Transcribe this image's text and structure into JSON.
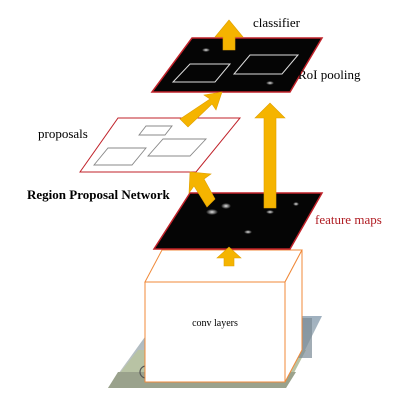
{
  "labels": {
    "classifier": "classifier",
    "roi_pooling": "RoI pooling",
    "proposals": "proposals",
    "rpn": "Region Proposal Network",
    "feature_maps": "feature maps",
    "conv_layers": "conv layers",
    "image": "image"
  },
  "colors": {
    "plane_border": "#c0222a",
    "arrow_fill": "#f5b400",
    "arrow_stroke": "#e0a000",
    "conv_border": "#f08a3a",
    "feature_maps_text": "#b01c22",
    "text": "#000000",
    "dark_map": "#050505"
  }
}
